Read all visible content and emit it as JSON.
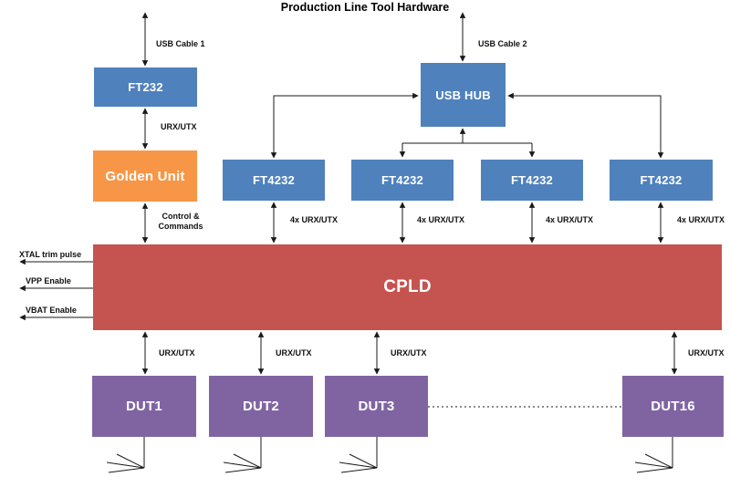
{
  "title": "Production Line Tool Hardware",
  "colors": {
    "box_blue": "#4f81bd",
    "box_orange": "#f79646",
    "box_red": "#c5534f",
    "box_purple": "#8064a2",
    "wire": "#1a1a1a"
  },
  "boxes": {
    "ft232": {
      "label": "FT232"
    },
    "golden_unit": {
      "label": "Golden Unit"
    },
    "usb_hub": {
      "label": "USB HUB"
    },
    "ft4232": {
      "label": "FT4232"
    },
    "cpld": {
      "label": "CPLD"
    },
    "duts": [
      {
        "label": "DUT1"
      },
      {
        "label": "DUT2"
      },
      {
        "label": "DUT3"
      },
      {
        "label": "DUT16"
      }
    ]
  },
  "connection_labels": {
    "usb_cable_1": "USB Cable 1",
    "usb_cable_2": "USB Cable 2",
    "urx_utx": "URX/UTX",
    "quad_urx_utx": "4x URX/UTX",
    "control_line1": "Control &",
    "control_line2": "Commands",
    "xtal_trim_pulse": "XTAL trim pulse",
    "vpp_enable": "VPP Enable",
    "vbat_enable": "VBAT Enable"
  }
}
